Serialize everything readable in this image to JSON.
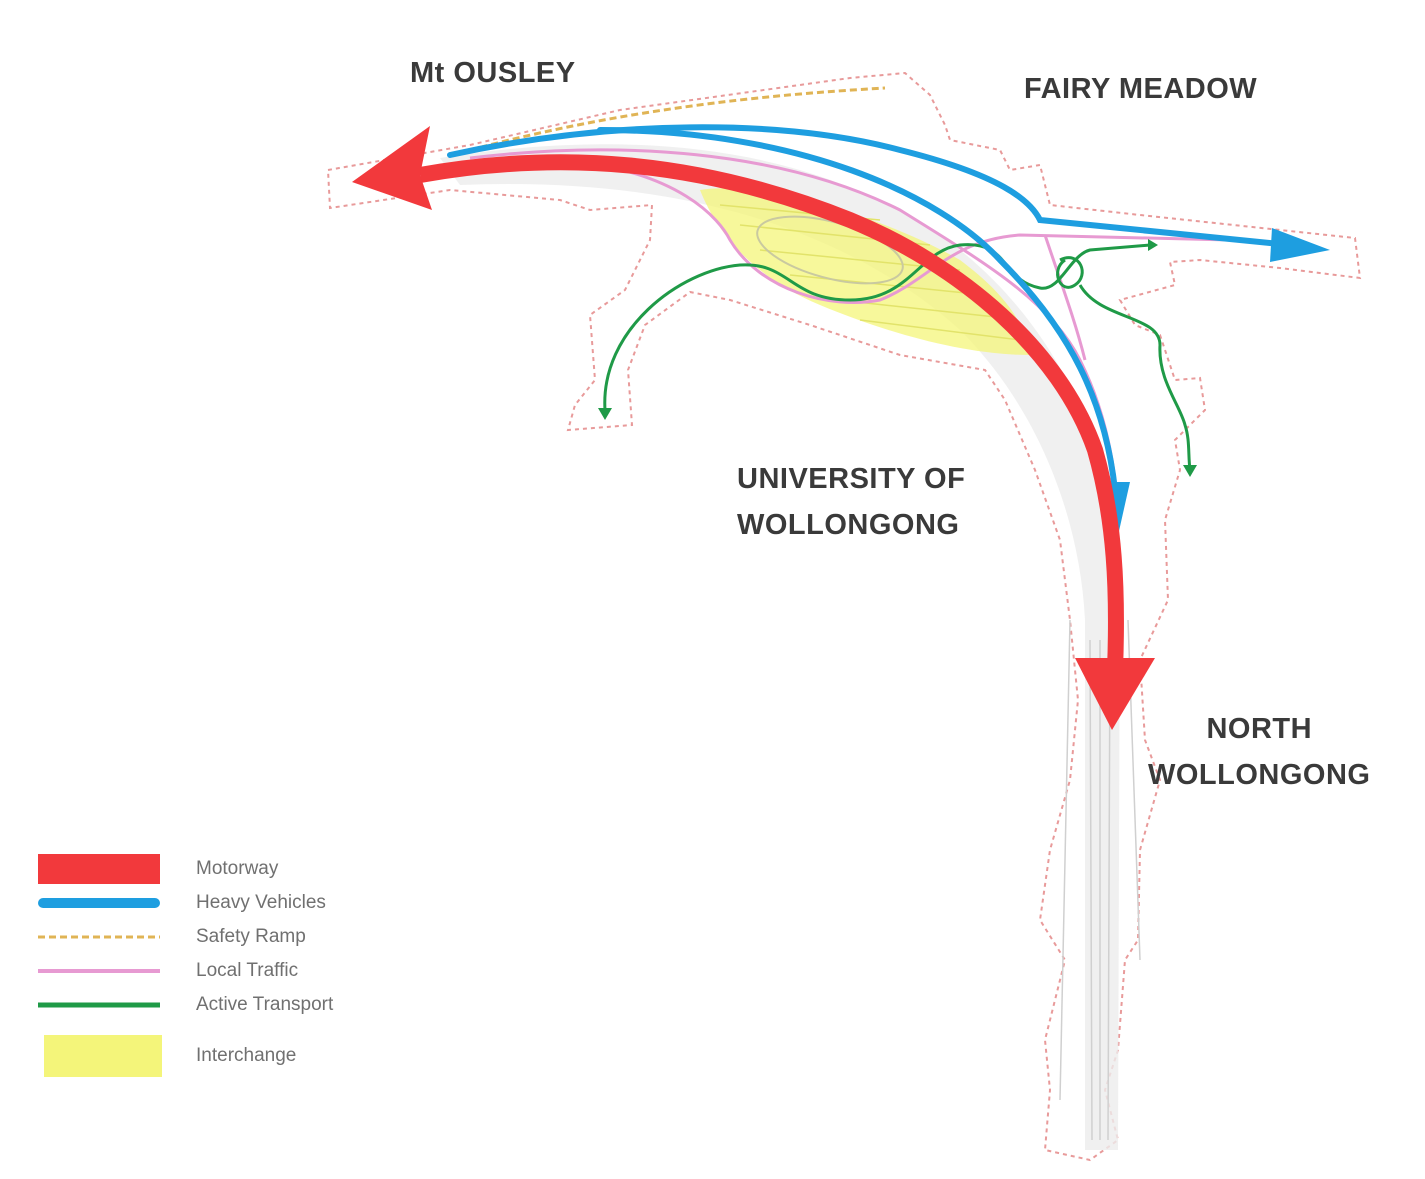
{
  "places": {
    "mt_ousley": "Mt OUSLEY",
    "fairy_meadow": "FAIRY MEADOW",
    "university": [
      "UNIVERSITY OF",
      "WOLLONGONG"
    ],
    "north_wollongong": [
      "NORTH",
      "WOLLONGONG"
    ]
  },
  "legend": [
    {
      "key": "motorway",
      "label": "Motorway",
      "color": "#f2393c",
      "style": "thick-solid"
    },
    {
      "key": "heavy_vehicles",
      "label": "Heavy Vehicles",
      "color": "#1e9ee0",
      "style": "solid"
    },
    {
      "key": "safety_ramp",
      "label": "Safety Ramp",
      "color": "#e0b455",
      "style": "dashed"
    },
    {
      "key": "local_traffic",
      "label": "Local Traffic",
      "color": "#e79ad2",
      "style": "solid"
    },
    {
      "key": "active_transport",
      "label": "Active Transport",
      "color": "#1f9a47",
      "style": "solid"
    },
    {
      "key": "interchange",
      "label": "Interchange",
      "color": "#f4f57a",
      "style": "fill"
    }
  ],
  "colors": {
    "boundary": "#e89a9a",
    "road_corridor": "#d9d9d9",
    "label_text": "#3a3a3a"
  }
}
